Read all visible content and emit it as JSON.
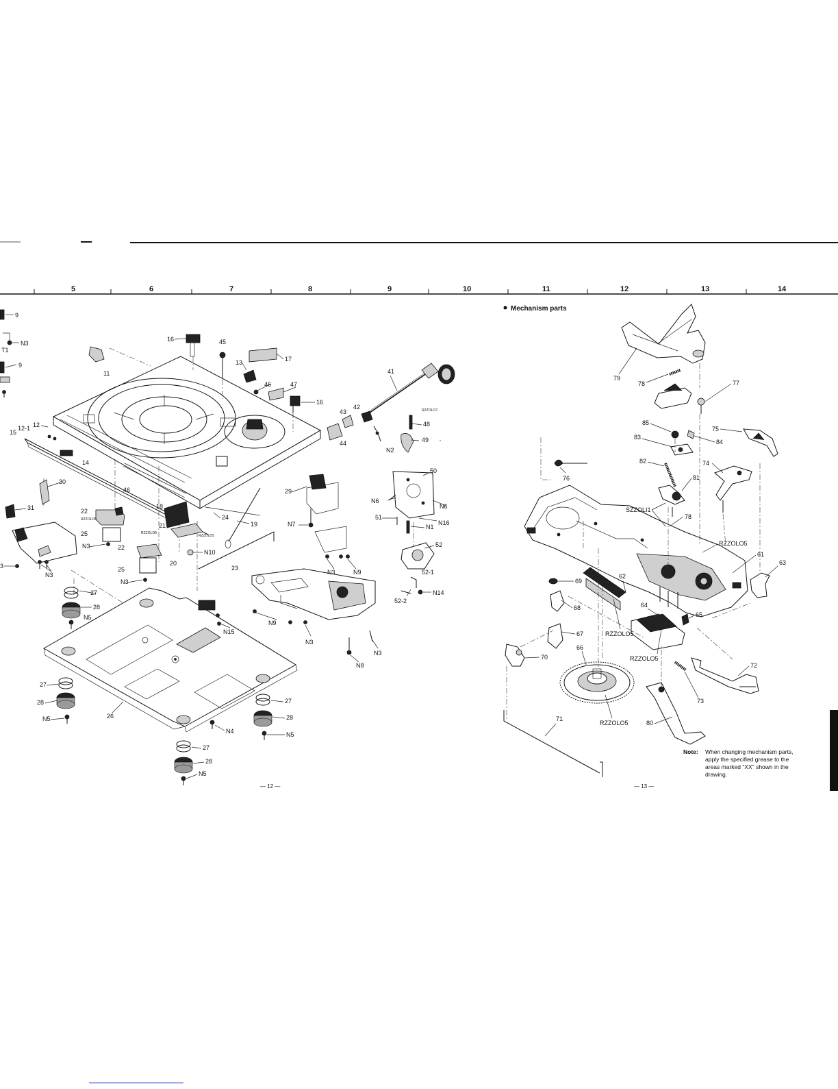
{
  "grid_numbers": [
    "5",
    "6",
    "7",
    "8",
    "9",
    "10",
    "11",
    "12",
    "13",
    "14"
  ],
  "left_fragment_labels": [
    "9",
    "N3",
    "T1",
    "9",
    "3"
  ],
  "labels_left": {
    "l11": "11",
    "l12": "12",
    "l12_1": "12-1",
    "l13": "13",
    "l14": "14",
    "l15": "15",
    "l16a": "16",
    "l16b": "16",
    "l17": "17",
    "l18": "18",
    "l19": "19",
    "l20": "20",
    "l21": "21",
    "l22a": "22",
    "l22b": "22",
    "l23": "23",
    "l24": "24",
    "l25a": "25",
    "l25b": "25",
    "l26": "26",
    "l27a": "27",
    "l27b": "27",
    "l27c": "27",
    "l27d": "27",
    "l28a": "28",
    "l28b": "28",
    "l28c": "28",
    "l28d": "28",
    "l29": "29",
    "l30": "30",
    "l31": "31",
    "l41": "41",
    "l42": "42",
    "l43": "43",
    "l44": "44",
    "l45": "45",
    "l46a": "46",
    "l46b": "46",
    "l47": "47",
    "l48": "48",
    "l49": "49",
    "l50": "50",
    "l51": "51",
    "l52": "52",
    "l52_1": "52-1",
    "l52_2": "52-2",
    "n1": "N1",
    "n2": "N2",
    "n3a": "N3",
    "n3b": "N3",
    "n3c": "N3",
    "n3d": "N3",
    "n3e": "N3",
    "n3f": "N3",
    "n4": "N4",
    "n5a": "N5",
    "n5b": "N5",
    "n5c": "N5",
    "n5d": "N5",
    "n6a": "N6",
    "n6b": "N6",
    "n7": "N7",
    "n8": "N8",
    "n9a": "N9",
    "n9b": "N9",
    "n10": "N10",
    "n14": "N14",
    "n15": "N15",
    "n16": "N16",
    "rz05a": "RZZOLO5",
    "rz05b": "RZZOLO5",
    "rz05c": "RZZOLO5",
    "rz07": "RZZOLO7"
  },
  "labels_right": {
    "l61": "61",
    "l62": "62",
    "l63": "63",
    "l64": "64",
    "l65": "65",
    "l66": "66",
    "l67": "67",
    "l68": "68",
    "l69": "69",
    "l70": "70",
    "l71": "71",
    "l72": "72",
    "l73": "73",
    "l74": "74",
    "l75": "75",
    "l76": "76",
    "l77": "77",
    "l78a": "78",
    "l78b": "78",
    "l79": "79",
    "l80": "80",
    "l81": "81",
    "l82": "82",
    "l83": "83",
    "l84": "84",
    "l85": "85",
    "sz11": "SZZOLI1",
    "rz05a": "RZZOLO5",
    "rz05b": "RZZOLO5",
    "rz05c": "RZZOLO5",
    "rz05d": "RZZOLO5"
  },
  "section_title": "Mechanism parts",
  "note": {
    "label": "Note:",
    "lines": [
      "When changing mechanism parts,",
      "apply the specified grease to the",
      "areas marked \"XX\" shown in the",
      "drawing."
    ]
  },
  "page_left": "— 12 —",
  "page_right": "— 13 —"
}
